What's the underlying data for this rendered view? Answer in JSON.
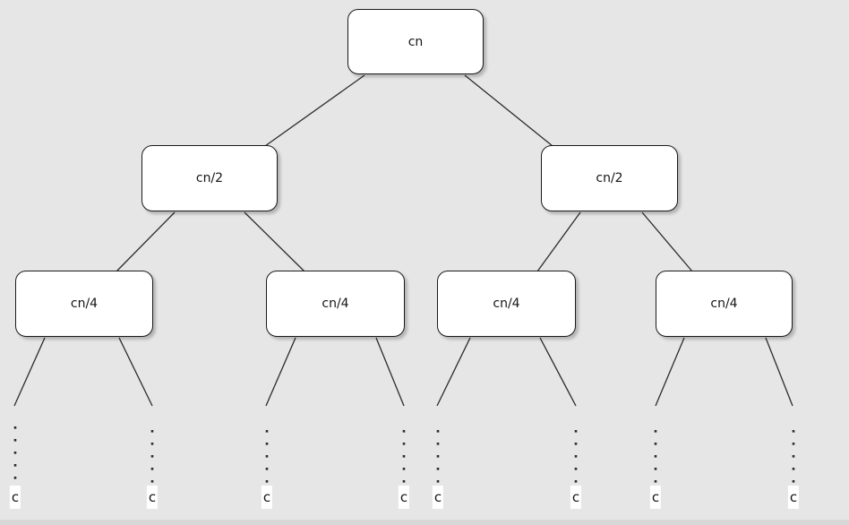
{
  "diagram": {
    "type": "recursion-tree",
    "description": "Binary recursion tree of costs: cn at root, cn/2 at level 1, cn/4 at level 2, dotted continuation down to constant-cost leaves c"
  },
  "tree": {
    "root": {
      "label": "cn"
    },
    "level1": [
      {
        "label": "cn/2"
      },
      {
        "label": "cn/2"
      }
    ],
    "level2": [
      {
        "label": "cn/4"
      },
      {
        "label": "cn/4"
      },
      {
        "label": "cn/4"
      },
      {
        "label": "cn/4"
      }
    ],
    "leaves": [
      {
        "label": "c"
      },
      {
        "label": "c"
      },
      {
        "label": "c"
      },
      {
        "label": "c"
      },
      {
        "label": "c"
      },
      {
        "label": "c"
      },
      {
        "label": "c"
      },
      {
        "label": "c"
      }
    ]
  },
  "colors": {
    "bg": "#e6e6e6",
    "node_fill": "#ffffff",
    "node_border": "#1a1a1a",
    "edge": "#2b2b2b",
    "text": "#151515",
    "scrollbar": "#d8d8d8"
  }
}
